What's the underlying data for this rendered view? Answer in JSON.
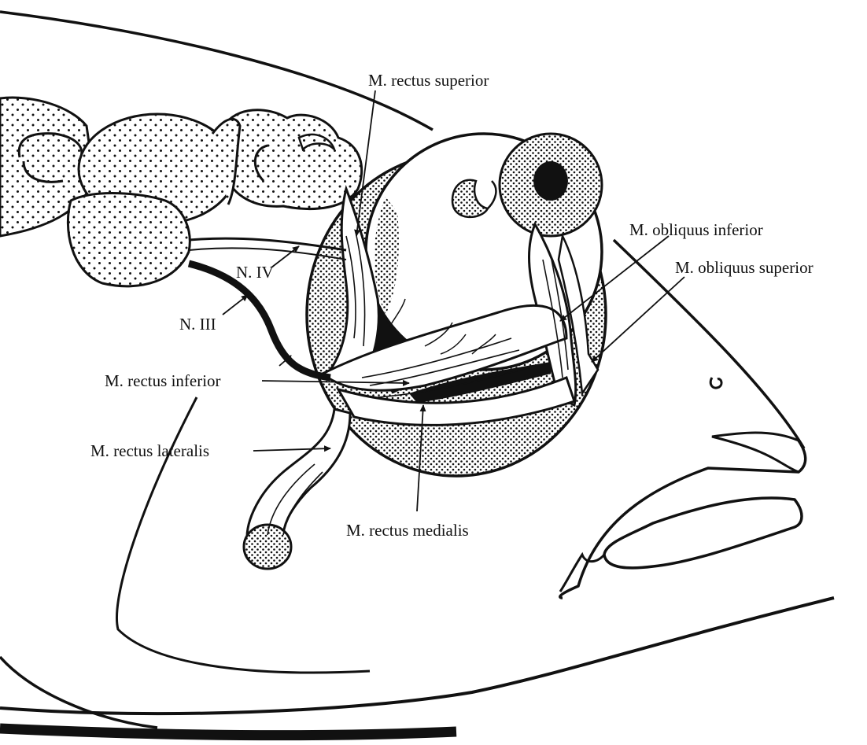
{
  "figure": {
    "ink_color": "#111111",
    "paper_color": "#ffffff"
  },
  "labels": {
    "rectus_superior": "M. rectus superior",
    "obliquus_inferior": "M. obliquus inferior",
    "obliquus_superior": "M. obliquus superior",
    "n_iv": "N. IV",
    "n_iii": "N. III",
    "rectus_inferior": "M. rectus inferior",
    "rectus_lateralis": "M. rectus lateralis",
    "rectus_medialis": "M. rectus medialis"
  }
}
